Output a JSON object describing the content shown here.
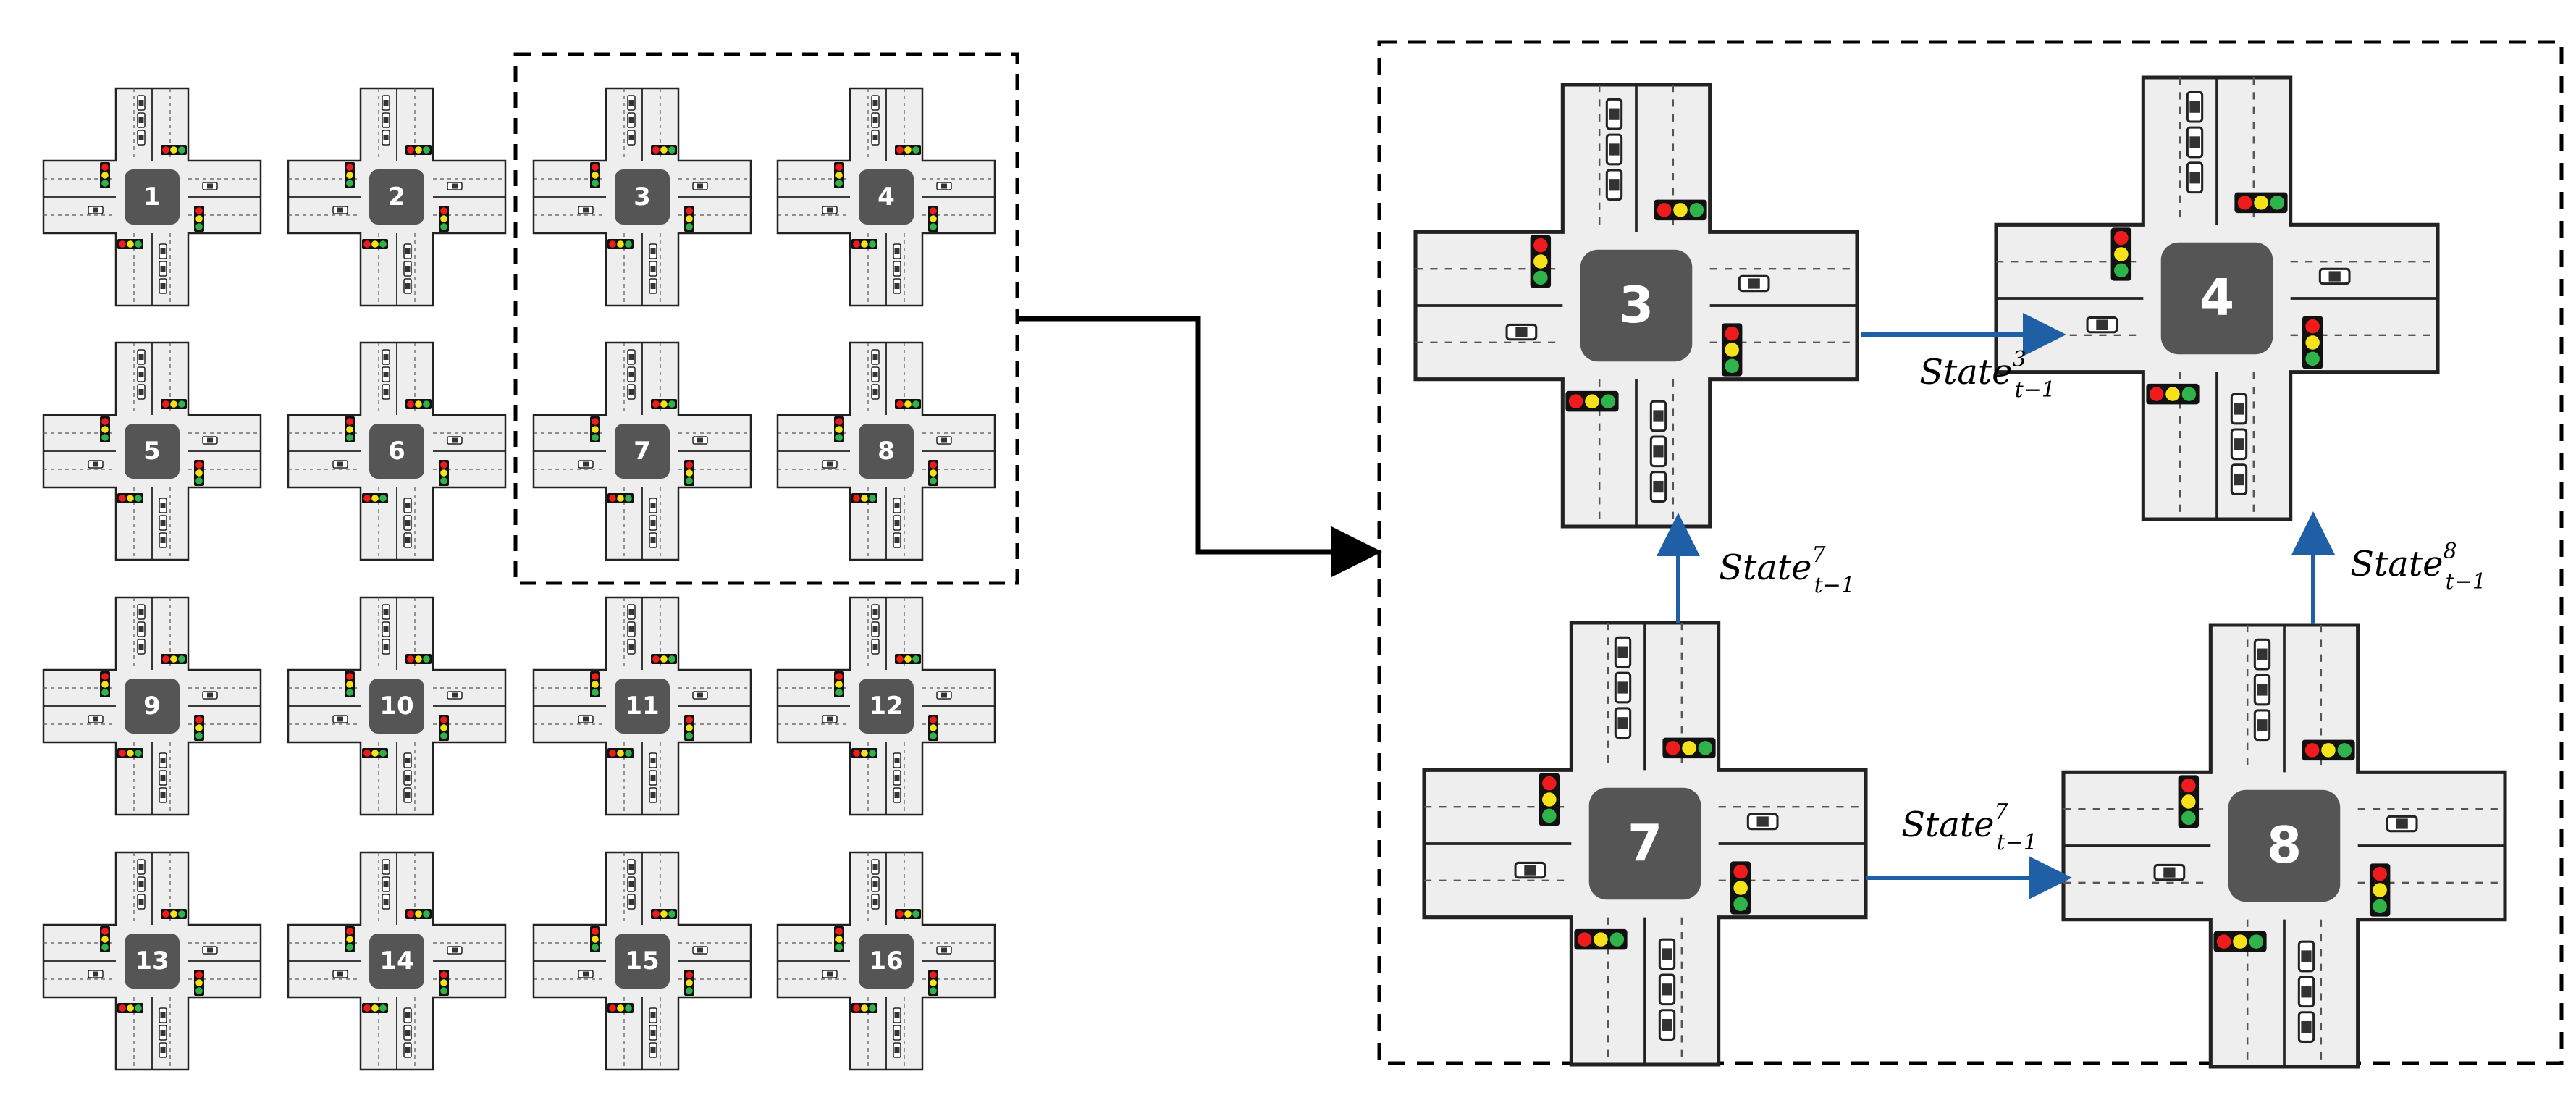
{
  "grid_intersections": [
    "1",
    "2",
    "3",
    "4",
    "5",
    "6",
    "7",
    "8",
    "9",
    "10",
    "11",
    "12",
    "13",
    "14",
    "15",
    "16"
  ],
  "zoom_intersections": [
    "3",
    "4",
    "7",
    "8"
  ],
  "edges": [
    {
      "from": "3",
      "to": "4",
      "base": "State",
      "sup": "3",
      "sub": "t−1"
    },
    {
      "from": "7",
      "to": "3",
      "base": "State",
      "sup": "7",
      "sub": "t−1"
    },
    {
      "from": "7",
      "to": "8",
      "base": "State",
      "sup": "7",
      "sub": "t−1"
    },
    {
      "from": "8",
      "to": "4",
      "base": "State",
      "sup": "8",
      "sub": "t−1"
    }
  ],
  "colors": {
    "road": "#eeeeee",
    "road_edge": "#222222",
    "center_box": "#555555",
    "arrow": "#1f5fa6",
    "light_red": "#ee1c1c",
    "light_yellow": "#f5e21b",
    "light_green": "#2fb34a",
    "light_body": "#111111"
  }
}
